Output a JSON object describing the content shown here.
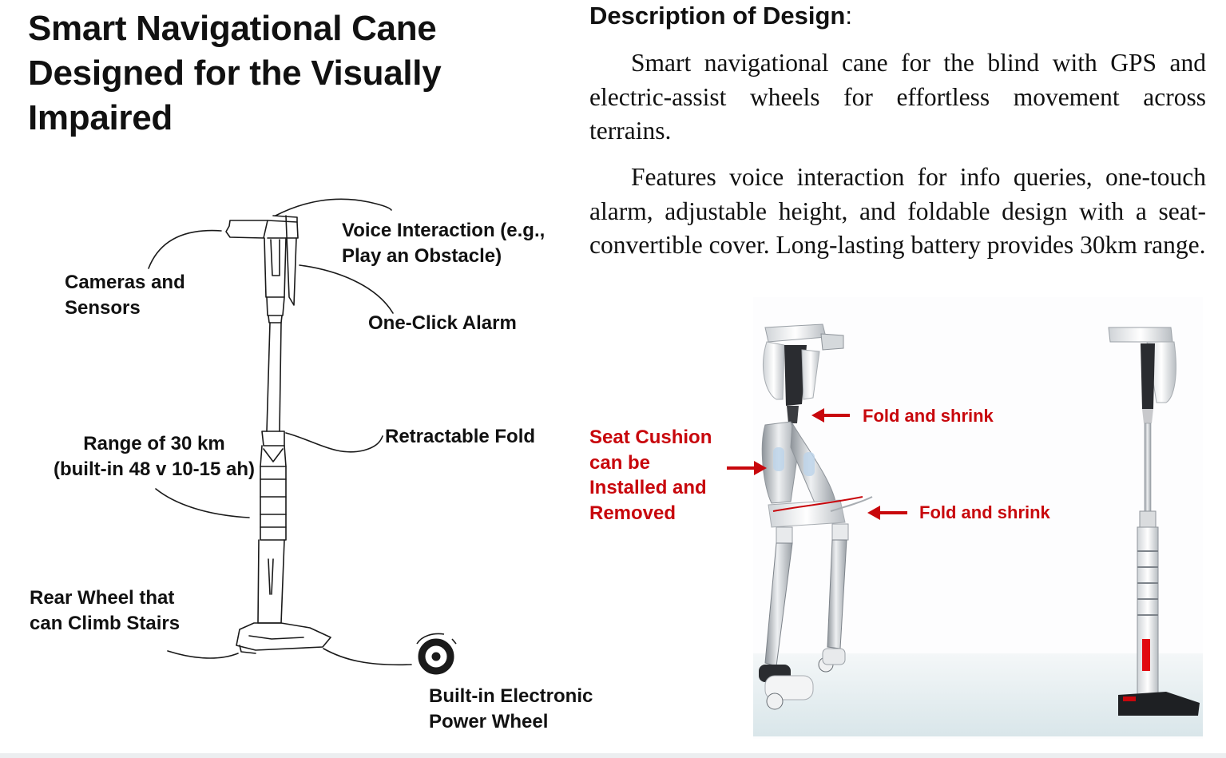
{
  "title": {
    "line1": "Smart Navigational Cane",
    "line2": "Designed for the Visually",
    "line3": "Impaired"
  },
  "description": {
    "heading": "Description of Design",
    "heading_colon": ":",
    "paragraph1": "Smart navigational cane for the blind with GPS and electric-assist wheels for effortless movement across terrains.",
    "paragraph2": "Features voice interaction for info queries, one-touch alarm, adjustable height, and foldable design with a seat-convertible cover. Long-lasting battery provides 30km range."
  },
  "sketch_labels": {
    "voice_interaction": {
      "line1": "Voice Interaction (e.g.,",
      "line2": "Play an Obstacle)"
    },
    "cameras_sensors": {
      "line1": "Cameras and",
      "line2": "Sensors"
    },
    "one_click_alarm": "One-Click Alarm",
    "retractable_fold": "Retractable Fold",
    "range": {
      "line1": "Range of 30 km",
      "line2": "(built-in 48 v 10-15 ah)"
    },
    "rear_wheel": {
      "line1": "Rear Wheel that",
      "line2": "can Climb Stairs"
    },
    "power_wheel": {
      "line1": "Built-in Electronic",
      "line2": "Power Wheel"
    }
  },
  "render_labels": {
    "fold_shrink_top": "Fold and shrink",
    "fold_shrink_bottom": "Fold and shrink",
    "seat_cushion": {
      "line1": "Seat Cushion",
      "line2": "can be",
      "line3": "Installed and",
      "line4": "Removed"
    }
  },
  "colors": {
    "annotation_red": "#c8070c",
    "text": "#111111",
    "sketch_line": "#1a1a1a"
  }
}
